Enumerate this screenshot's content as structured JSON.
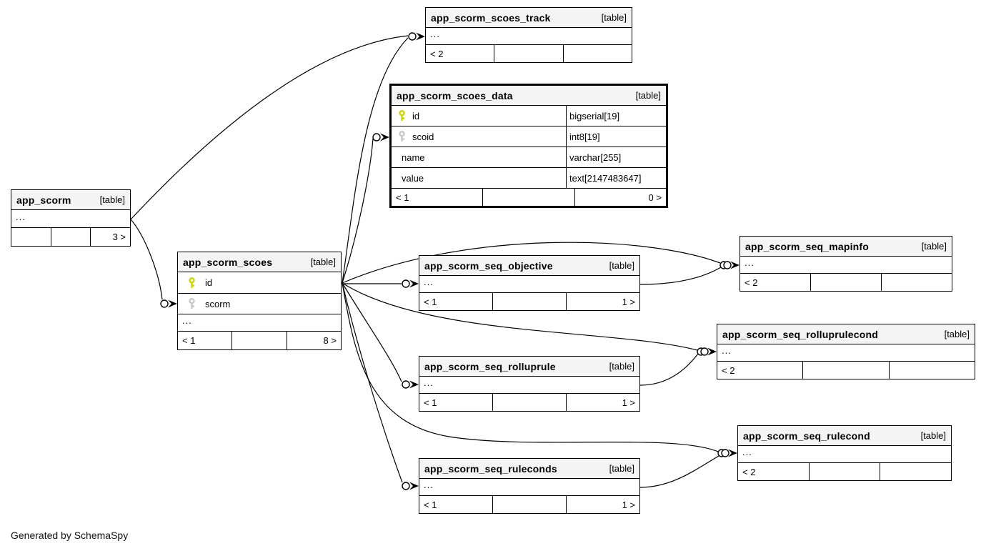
{
  "credit": "Generated by SchemaSpy",
  "labels": {
    "table_tag": "[table]",
    "ellipsis": "..."
  },
  "colors": {
    "primary_key": "#ccd400",
    "foreign_key": "#c8c8c8",
    "header_bg": "#f4f4f4",
    "edge": "#000000"
  },
  "tables": [
    {
      "name": "app_scorm_scoes_track",
      "footer": [
        "< 2",
        "",
        ""
      ]
    },
    {
      "name": "app_scorm_scoes_data",
      "columns": [
        {
          "key": "primary",
          "name": "id",
          "type": "bigserial[19]"
        },
        {
          "key": "foreign",
          "name": "scoid",
          "type": "int8[19]"
        },
        {
          "key": "none",
          "name": "name",
          "type": "varchar[255]"
        },
        {
          "key": "none",
          "name": "value",
          "type": "text[2147483647]"
        }
      ],
      "footer": [
        "< 1",
        "",
        "0 >"
      ]
    },
    {
      "name": "app_scorm",
      "footer": [
        "",
        "",
        "3 >"
      ]
    },
    {
      "name": "app_scorm_scoes",
      "columns": [
        {
          "key": "primary",
          "name": "id"
        },
        {
          "key": "foreign",
          "name": "scorm"
        }
      ],
      "footer": [
        "< 1",
        "",
        "8 >"
      ]
    },
    {
      "name": "app_scorm_seq_objective",
      "footer": [
        "< 1",
        "",
        "1 >"
      ]
    },
    {
      "name": "app_scorm_seq_mapinfo",
      "footer": [
        "< 2",
        "",
        ""
      ]
    },
    {
      "name": "app_scorm_seq_rolluprulecond",
      "footer": [
        "< 2",
        "",
        ""
      ]
    },
    {
      "name": "app_scorm_seq_rolluprule",
      "footer": [
        "< 1",
        "",
        "1 >"
      ]
    },
    {
      "name": "app_scorm_seq_rulecond",
      "footer": [
        "< 2",
        "",
        ""
      ]
    },
    {
      "name": "app_scorm_seq_ruleconds",
      "footer": [
        "< 1",
        "",
        "1 >"
      ]
    }
  ]
}
